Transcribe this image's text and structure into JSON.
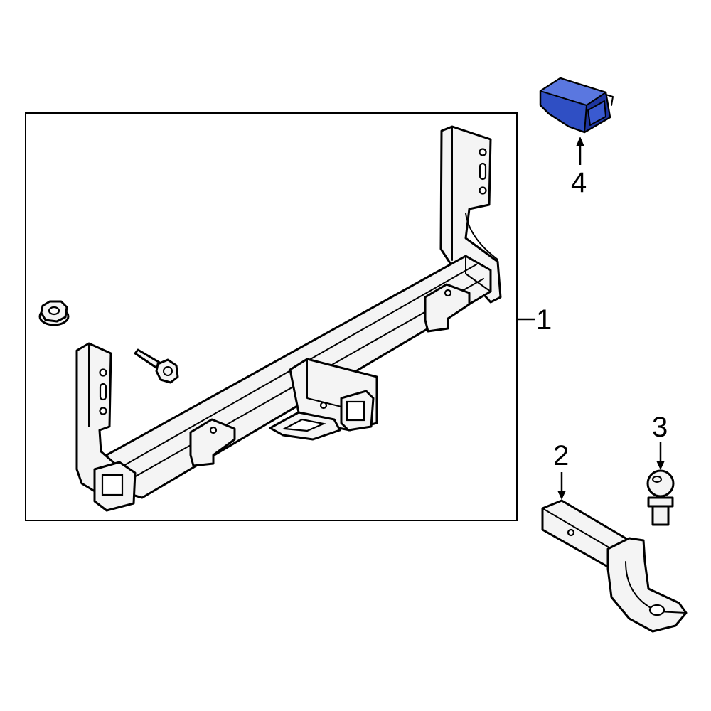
{
  "callouts": {
    "c1": "1",
    "c2": "2",
    "c3": "3",
    "c4": "4"
  },
  "colors": {
    "highlight_part": "#2f4fc4",
    "line": "#000000",
    "background": "#ffffff"
  }
}
